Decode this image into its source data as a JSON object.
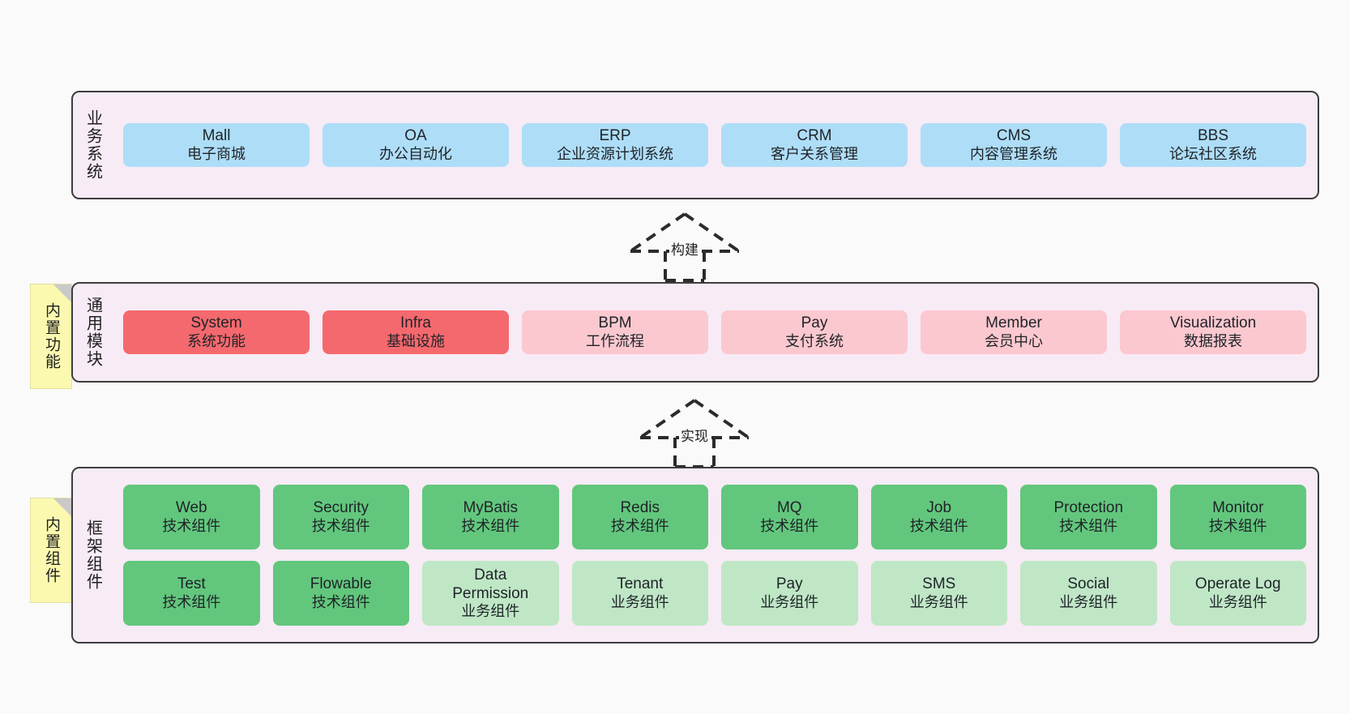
{
  "layers": [
    {
      "key": "business",
      "title": "业务系统",
      "rows": [
        [
          {
            "en": "Mall",
            "cn": "电子商城",
            "color": "c-blue"
          },
          {
            "en": "OA",
            "cn": "办公自动化",
            "color": "c-blue"
          },
          {
            "en": "ERP",
            "cn": "企业资源计划系统",
            "color": "c-blue"
          },
          {
            "en": "CRM",
            "cn": "客户关系管理",
            "color": "c-blue"
          },
          {
            "en": "CMS",
            "cn": "内容管理系统",
            "color": "c-blue"
          },
          {
            "en": "BBS",
            "cn": "论坛社区系统",
            "color": "c-blue"
          }
        ]
      ]
    },
    {
      "key": "common",
      "title": "通用模块",
      "note": "内置功能",
      "rows": [
        [
          {
            "en": "System",
            "cn": "系统功能",
            "color": "c-red"
          },
          {
            "en": "Infra",
            "cn": "基础设施",
            "color": "c-red"
          },
          {
            "en": "BPM",
            "cn": "工作流程",
            "color": "c-pink"
          },
          {
            "en": "Pay",
            "cn": "支付系统",
            "color": "c-pink"
          },
          {
            "en": "Member",
            "cn": "会员中心",
            "color": "c-pink"
          },
          {
            "en": "Visualization",
            "cn": "数据报表",
            "color": "c-pink"
          }
        ]
      ]
    },
    {
      "key": "framework",
      "title": "框架组件",
      "note": "内置组件",
      "rows": [
        [
          {
            "en": "Web",
            "cn": "技术组件",
            "color": "c-green"
          },
          {
            "en": "Security",
            "cn": "技术组件",
            "color": "c-green"
          },
          {
            "en": "MyBatis",
            "cn": "技术组件",
            "color": "c-green"
          },
          {
            "en": "Redis",
            "cn": "技术组件",
            "color": "c-green"
          },
          {
            "en": "MQ",
            "cn": "技术组件",
            "color": "c-green"
          },
          {
            "en": "Job",
            "cn": "技术组件",
            "color": "c-green"
          },
          {
            "en": "Protection",
            "cn": "技术组件",
            "color": "c-green"
          },
          {
            "en": "Monitor",
            "cn": "技术组件",
            "color": "c-green"
          }
        ],
        [
          {
            "en": "Test",
            "cn": "技术组件",
            "color": "c-green"
          },
          {
            "en": "Flowable",
            "cn": "技术组件",
            "color": "c-green"
          },
          {
            "en": "Data Permission",
            "cn": "业务组件",
            "color": "c-greenlight"
          },
          {
            "en": "Tenant",
            "cn": "业务组件",
            "color": "c-greenlight"
          },
          {
            "en": "Pay",
            "cn": "业务组件",
            "color": "c-greenlight"
          },
          {
            "en": "SMS",
            "cn": "业务组件",
            "color": "c-greenlight"
          },
          {
            "en": "Social",
            "cn": "业务组件",
            "color": "c-greenlight"
          },
          {
            "en": "Operate Log",
            "cn": "业务组件",
            "color": "c-greenlight"
          }
        ]
      ]
    }
  ],
  "arrows": [
    {
      "key": "build",
      "label": "构建"
    },
    {
      "key": "implement",
      "label": "实现"
    }
  ],
  "colors": {
    "background": "#FAFAFA",
    "layer_background": "#F7EBF5",
    "layer_border": "#3D3D3D",
    "blue": "#AEDDF8",
    "red": "#F4696E",
    "pink": "#FBC8CF",
    "green": "#62C77D",
    "green_light": "#BFE7C6",
    "note_yellow": "#FBF8AF",
    "note_fold": "#C9C9C9",
    "text": "#1F2328"
  }
}
